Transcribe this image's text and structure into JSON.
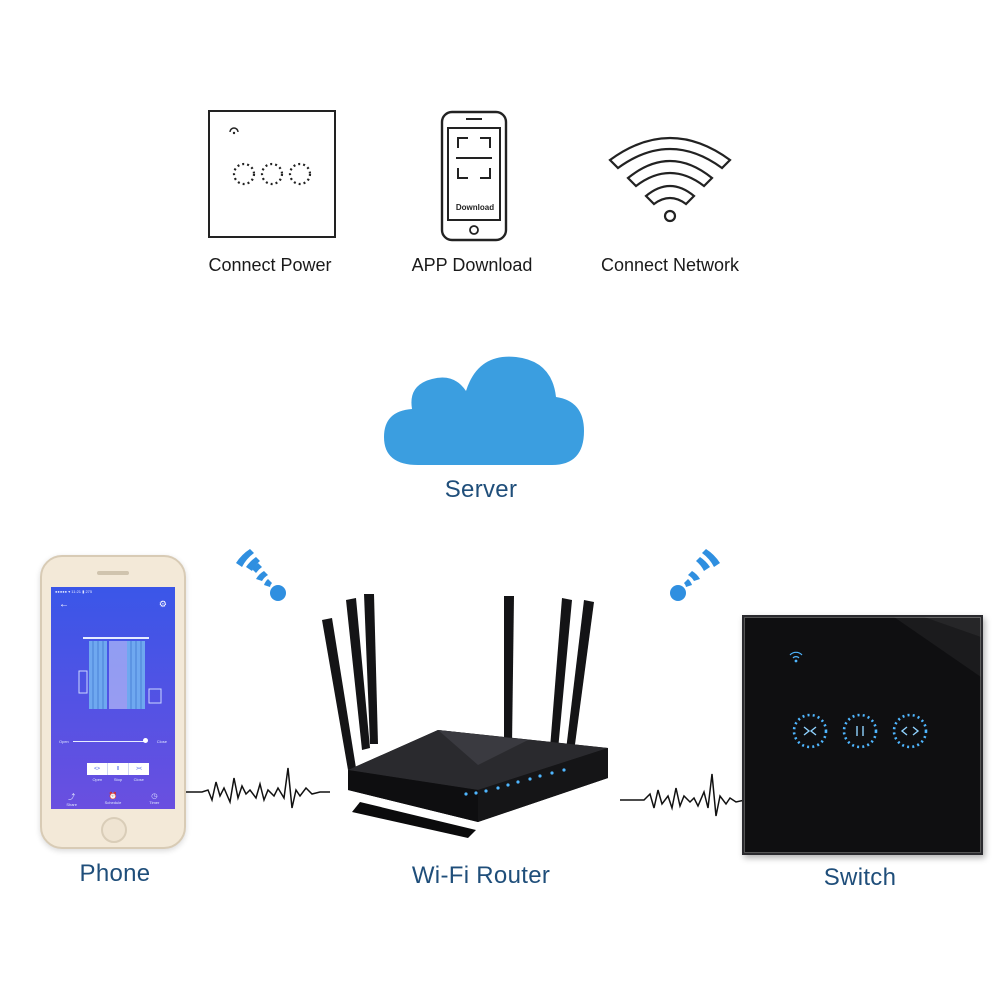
{
  "steps": [
    {
      "label": "Connect Power",
      "icon": "touch-switch-icon"
    },
    {
      "label": "APP Download",
      "icon": "phone-download-icon",
      "screen_text": "Download"
    },
    {
      "label": "Connect Network",
      "icon": "wifi-icon"
    }
  ],
  "server": {
    "label": "Server",
    "color": "#3b9ee0"
  },
  "devices": {
    "phone": {
      "label": "Phone"
    },
    "router": {
      "label": "Wi-Fi Router"
    },
    "switch": {
      "label": "Switch"
    }
  },
  "phone_app": {
    "slider_left": "Open",
    "slider_right": "Close",
    "buttons": [
      "<>",
      "II",
      "><"
    ],
    "button_labels": [
      "Open",
      "Stop",
      "Close"
    ],
    "bottom_tabs": [
      "Share",
      "Schedule",
      "Timer"
    ]
  },
  "colors": {
    "label_blue": "#1f4e7a",
    "signal_blue": "#2f8fe0",
    "switch_glow": "#4fb6ff"
  }
}
